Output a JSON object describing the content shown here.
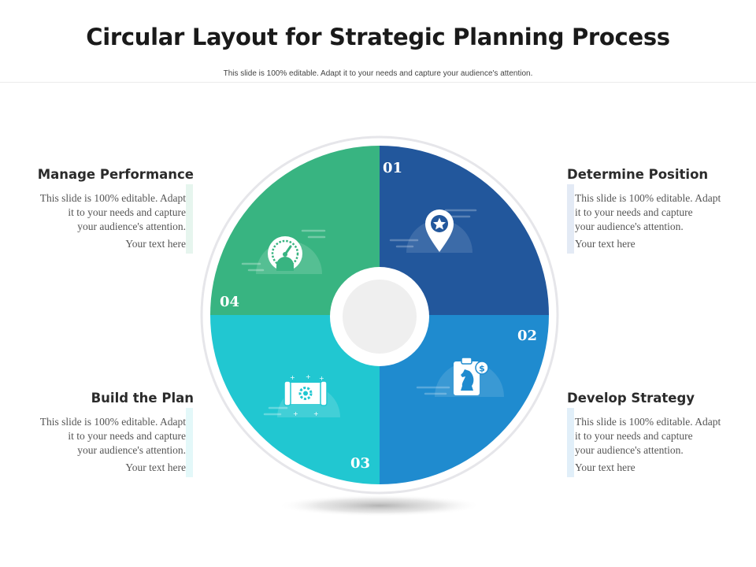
{
  "header": {
    "title": "Circular Layout for Strategic Planning Process",
    "subtitle": "This slide is 100% editable.  Adapt it to your needs and capture your audience's attention."
  },
  "steps": [
    {
      "number": "01",
      "title": "Determine Position",
      "body": [
        "This slide is 100% editable. Adapt",
        "it to your needs and capture",
        "your audience's attention."
      ],
      "footer": "Your text here",
      "icon": "location-star-icon",
      "color": "#22579c"
    },
    {
      "number": "02",
      "title": "Develop Strategy",
      "body": [
        "This slide is 100% editable. Adapt",
        "it to your needs and capture",
        "your audience's attention."
      ],
      "footer": "Your text here",
      "icon": "chess-strategy-icon",
      "color": "#1f8bcf"
    },
    {
      "number": "03",
      "title": "Build the Plan",
      "body": [
        "This slide is 100% editable. Adapt",
        "it to your needs and capture",
        "your audience's attention."
      ],
      "footer": "Your text here",
      "icon": "blueprint-gear-icon",
      "color": "#21c7d1"
    },
    {
      "number": "04",
      "title": "Manage Performance",
      "body": [
        "This slide is 100% editable. Adapt",
        "it to your needs and capture",
        "your audience's attention."
      ],
      "footer": "Your text here",
      "icon": "speedometer-icon",
      "color": "#38b481"
    }
  ]
}
